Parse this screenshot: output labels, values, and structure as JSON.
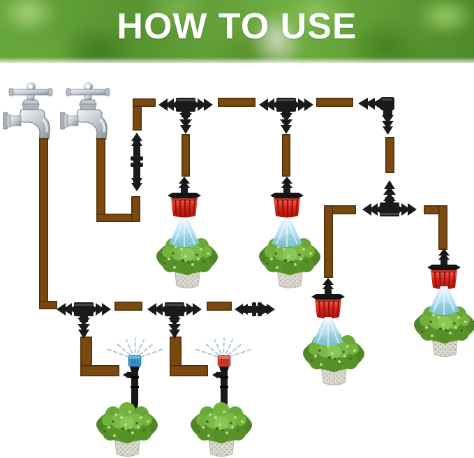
{
  "header": {
    "title": "HOW TO USE"
  },
  "colors": {
    "title_text": "#ffffff",
    "header_green": "#5f9c33",
    "tubing_brown": "#7a490f",
    "tubing_edge": "#4f2d08",
    "fitting_black": "#1a1a1a",
    "dripper_red": "#d6261a",
    "mist_blue": "#2e9fd8",
    "mist_red": "#e23a26",
    "spray_blue": "#74c2ea",
    "leaf_green": "#61a032",
    "pot_gray": "#dbd8cf",
    "faucet_silver": "#c6cbd1"
  },
  "parts": {
    "faucet": {
      "label": "water tap",
      "count": 2
    },
    "tee_connector": {
      "label": "barbed tee connector",
      "count": 5
    },
    "elbow_connector": {
      "label": "barbed elbow connector",
      "count": 1
    },
    "straight_connector": {
      "label": "barbed straight connector",
      "count": 2
    },
    "dripper": {
      "label": "adjustable red dripper",
      "count": 4
    },
    "mist_sprinkler": {
      "label": "misting sprinkler stake",
      "count": 2
    },
    "potted_plant": {
      "label": "potted plant",
      "count": 6
    }
  }
}
